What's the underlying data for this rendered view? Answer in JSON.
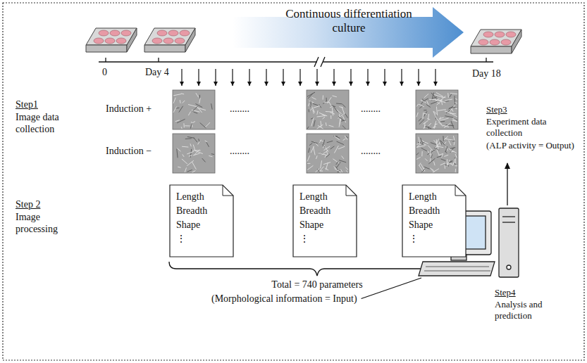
{
  "diagram": {
    "nodes": [
      {
        "text": [
          "Continuous differentiation culture"
        ]
      },
      {
        "text": [
          "Length",
          "Breadth",
          "Shape",
          "⋮"
        ]
      },
      {
        "text": [
          "Length",
          "Breadth",
          "Shape",
          "⋮"
        ]
      },
      {
        "text": [
          "Length",
          "Breadth",
          "Shape",
          "⋮"
        ]
      }
    ],
    "labels": [
      "0",
      "Day 4",
      "Day 18",
      "Step1",
      "Image data collection",
      "Induction +",
      "Induction −",
      "........",
      "........",
      "........",
      "........",
      "Step 2",
      "Image processing",
      "Step3",
      "Experiment data collection",
      "(ALP activity = Output)",
      "Total = 740 parameters",
      "(Morphological information = Input)",
      "Step4",
      "Analysis and prediction"
    ]
  }
}
